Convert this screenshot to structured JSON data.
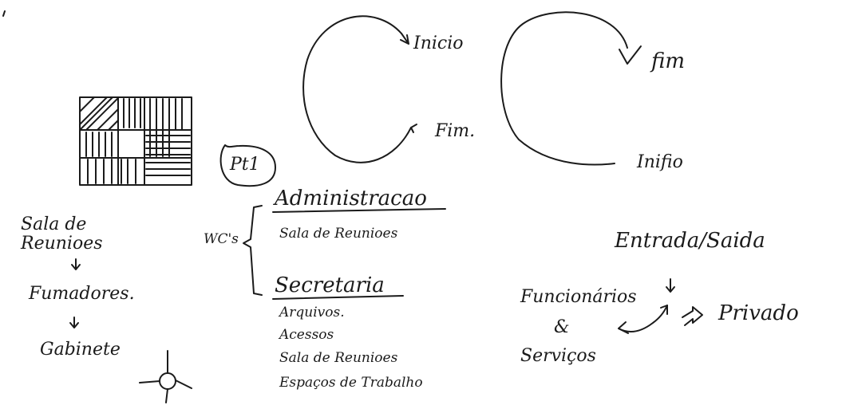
{
  "corner_mark": "/",
  "top_diagram": {
    "left_cycle": {
      "start_label": "Inicio",
      "end_label": "Fim."
    },
    "right_cycle": {
      "end_label": "fim",
      "start_label": "Inifio"
    }
  },
  "left_column": {
    "items": [
      "Sala de Reunioes",
      "Fumadores.",
      "Gabinete"
    ]
  },
  "middle_column": {
    "badge": "Pt1",
    "bracket_label": "WC's",
    "group_1": {
      "heading": "Administracao",
      "items": [
        "Sala de Reunioes"
      ]
    },
    "group_2": {
      "heading": "Secretaria",
      "items": [
        "Arquivos.",
        "Acessos",
        "Sala de Reunioes",
        "Espaços de Trabalho"
      ]
    }
  },
  "right_column": {
    "entrance": "Entrada/Saida",
    "left_lines": [
      "Funcionários",
      "&",
      "Serviços"
    ],
    "private_label": "Privado"
  }
}
